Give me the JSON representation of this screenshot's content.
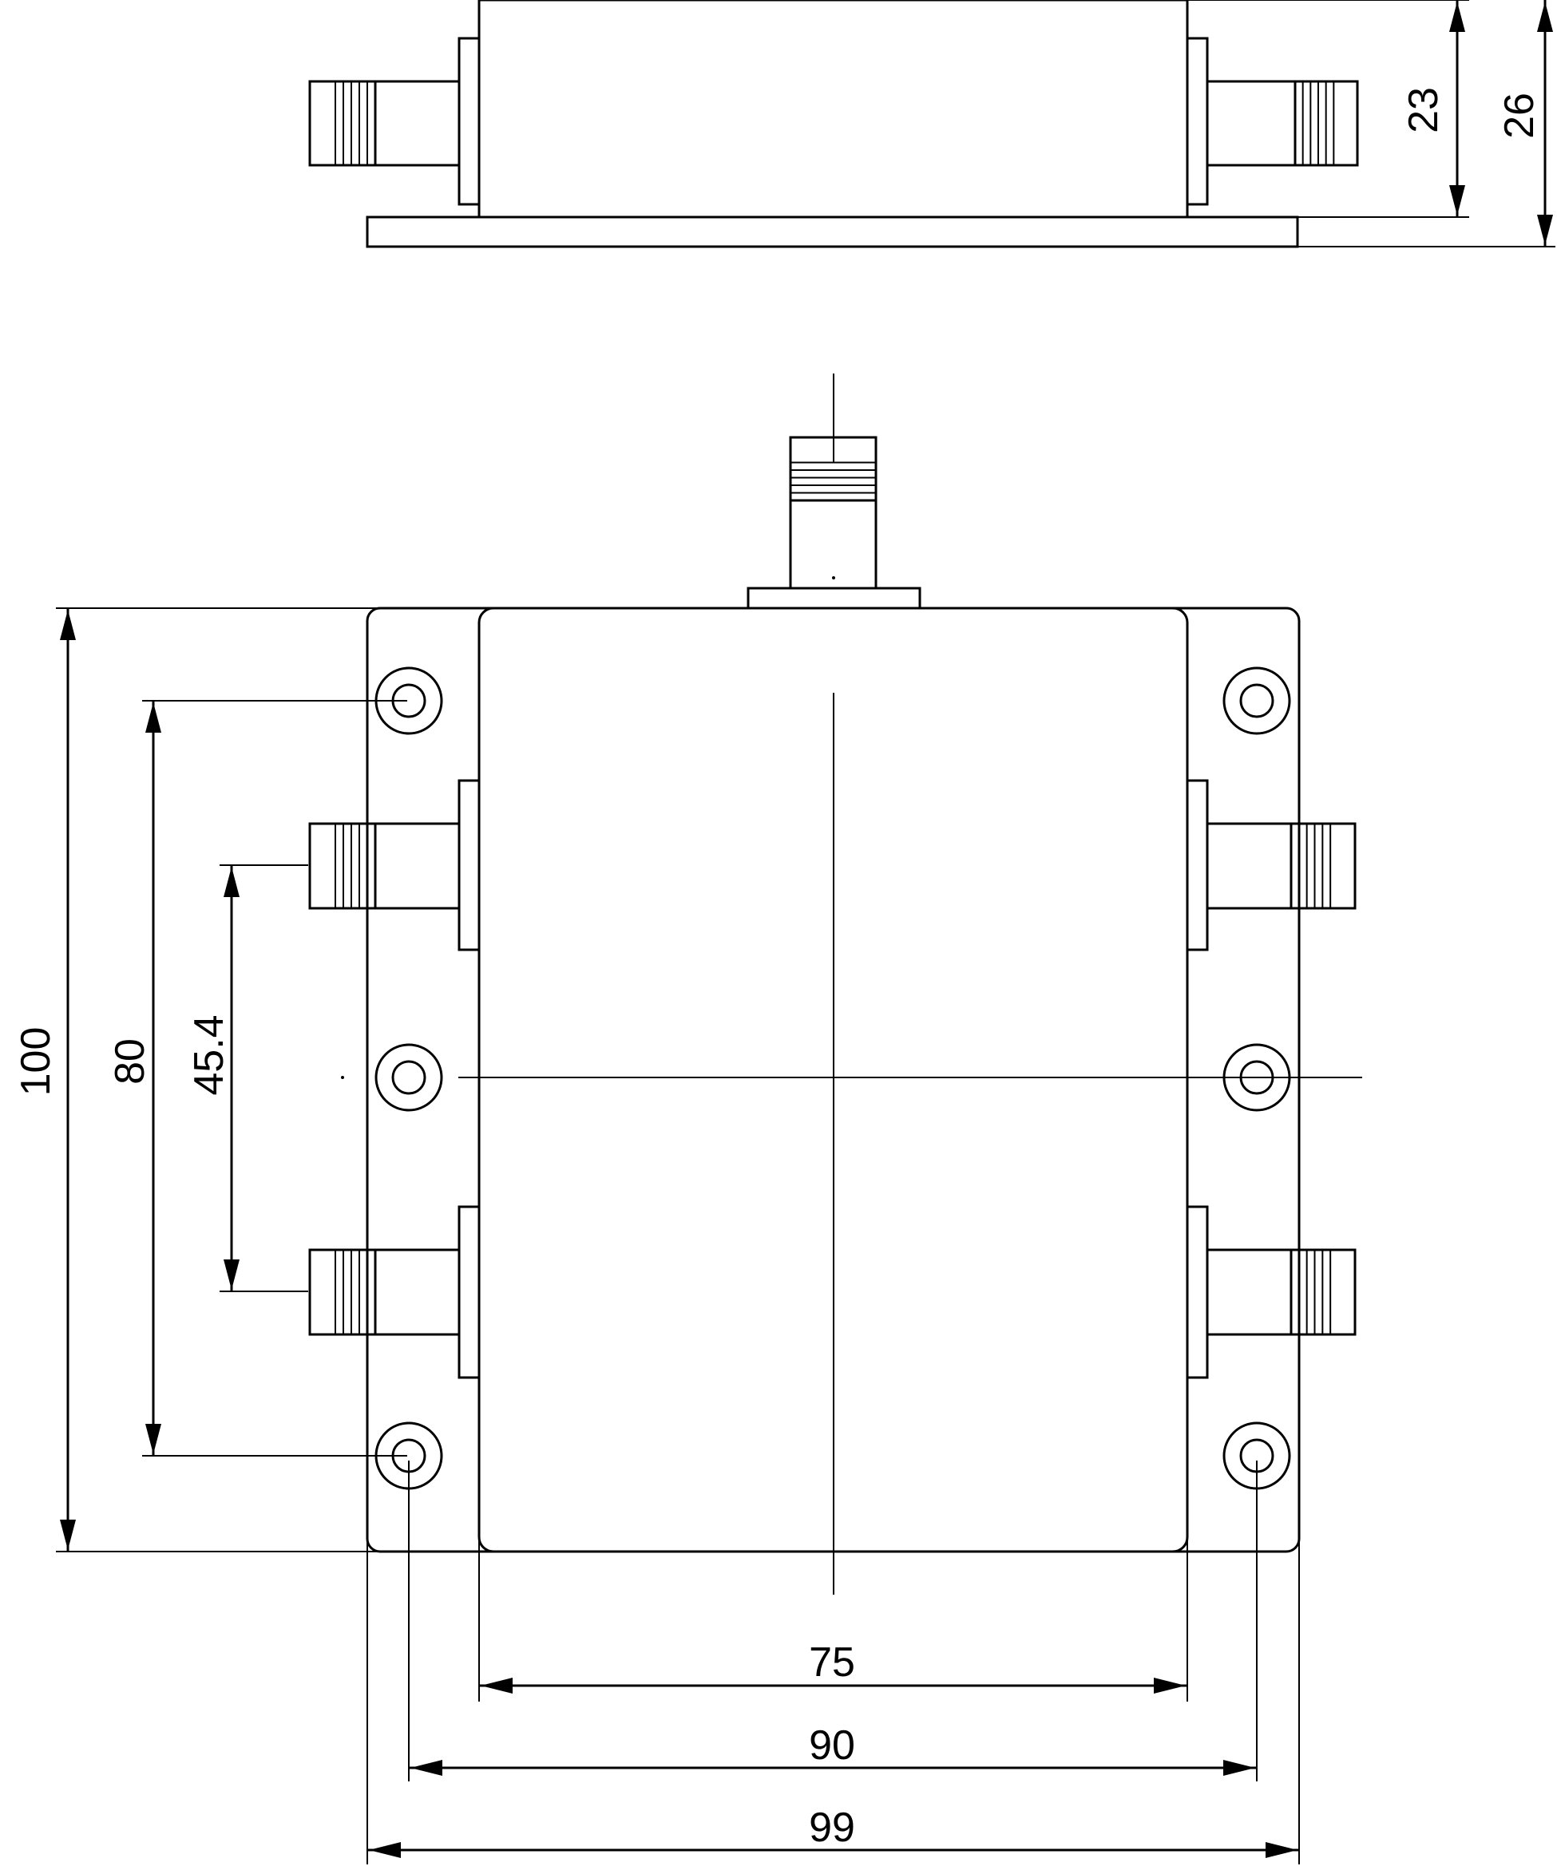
{
  "dimensions": {
    "side_inner_height": "23",
    "side_total_height": "26",
    "overall_height": "100",
    "mount_hole_spacing": "80",
    "port_spacing": "45.4",
    "lid_width": "75",
    "mount_hole_width": "90",
    "overall_width": "99"
  }
}
